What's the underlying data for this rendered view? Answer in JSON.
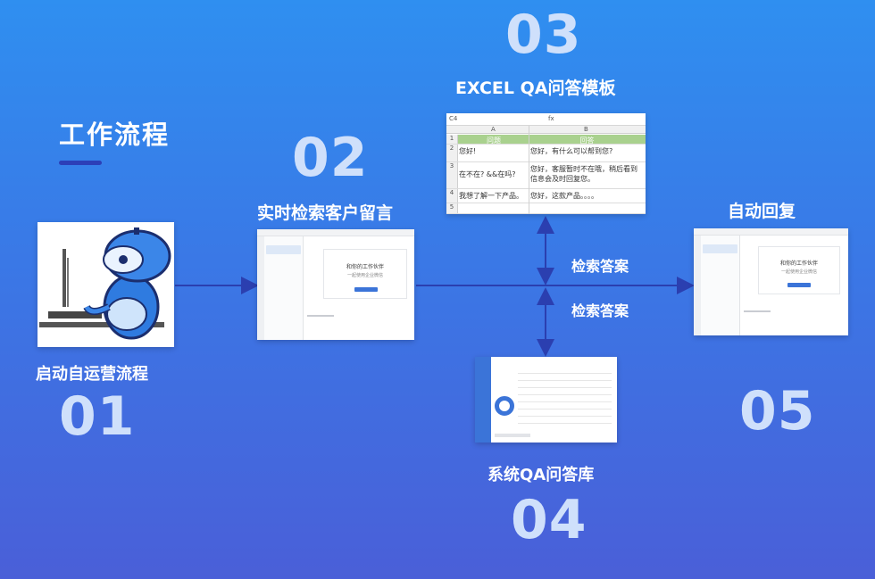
{
  "title": "工作流程",
  "steps": [
    {
      "num": "01",
      "label": "启动自运营流程"
    },
    {
      "num": "02",
      "label": "实时检索客户留言"
    },
    {
      "num": "03",
      "label": "EXCEL QA问答模板"
    },
    {
      "num": "04",
      "label": "系统QA问答库"
    },
    {
      "num": "05",
      "label": "自动回复"
    }
  ],
  "arrow_labels": {
    "upper": "检索答案",
    "lower": "检索答案"
  },
  "chat_window": {
    "greeting": "和你的工作伙伴",
    "sub": "一起使用企业微信"
  },
  "excel": {
    "cell_ref": "C4",
    "fx": "fx",
    "col_a": "A",
    "col_b": "B",
    "header_a": "问题",
    "header_b": "回答",
    "rows": [
      {
        "n": "2",
        "q": "您好!",
        "a": "您好，有什么可以帮到您?"
      },
      {
        "n": "3",
        "q": "在不在? &&在吗?",
        "a": "您好，客服暂时不在哦，稍后看到信息会及时回复您。"
      },
      {
        "n": "4",
        "q": "我想了解一下产品。",
        "a": "您好，这款产品。。。。"
      },
      {
        "n": "5",
        "q": "",
        "a": ""
      }
    ],
    "row1": "1"
  },
  "colors": {
    "accent": "#3b74d8",
    "excel_header": "#a9d18e",
    "title_bar": "#2c3fb8"
  }
}
